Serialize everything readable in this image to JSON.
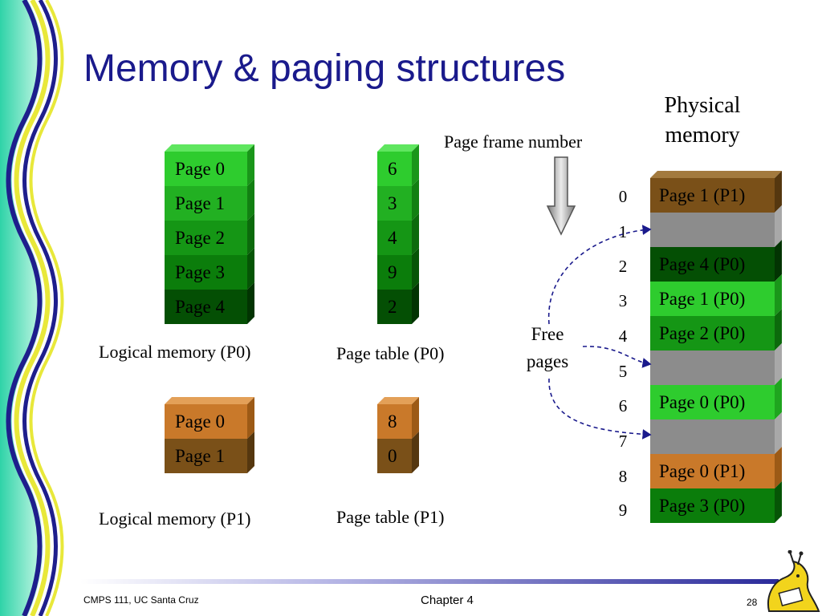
{
  "slide": {
    "title": "Memory & paging structures",
    "footer_left": "CMPS 111, UC Santa Cruz",
    "footer_center": "Chapter 4",
    "page_number": "28"
  },
  "colors": {
    "title": "#1a1a8c",
    "p0_shades": [
      "#2ecc2e",
      "#22b022",
      "#159615",
      "#0b7d0b",
      "#044f04"
    ],
    "p1_shades": [
      "#c9792a",
      "#7a5018"
    ],
    "free": "#8c8c8c",
    "arrow": "#1a1a8c"
  },
  "p0": {
    "logical_label": "Logical memory (P0)",
    "table_label": "Page table (P0)",
    "pages": [
      "Page 0",
      "Page 1",
      "Page 2",
      "Page 3",
      "Page 4"
    ],
    "frames": [
      "6",
      "3",
      "4",
      "9",
      "2"
    ]
  },
  "p1": {
    "logical_label": "Logical memory (P1)",
    "table_label": "Page table (P1)",
    "pages": [
      "Page 0",
      "Page 1"
    ],
    "frames": [
      "8",
      "0"
    ]
  },
  "physical": {
    "title_line1": "Physical",
    "title_line2": "memory",
    "pfn_label": "Page frame number",
    "free_line1": "Free",
    "free_line2": "pages",
    "frames": [
      {
        "index": "0",
        "label": "Page 1 (P1)",
        "kind": "p1-dark"
      },
      {
        "index": "1",
        "label": "",
        "kind": "free"
      },
      {
        "index": "2",
        "label": "Page 4 (P0)",
        "kind": "p0-4"
      },
      {
        "index": "3",
        "label": "Page 1 (P0)",
        "kind": "p0-1"
      },
      {
        "index": "4",
        "label": "Page 2 (P0)",
        "kind": "p0-2"
      },
      {
        "index": "5",
        "label": "",
        "kind": "free"
      },
      {
        "index": "6",
        "label": "Page 0 (P0)",
        "kind": "p0-0"
      },
      {
        "index": "7",
        "label": "",
        "kind": "free"
      },
      {
        "index": "8",
        "label": "Page 0 (P1)",
        "kind": "p1-light"
      },
      {
        "index": "9",
        "label": "Page 3 (P0)",
        "kind": "p0-3"
      }
    ]
  }
}
